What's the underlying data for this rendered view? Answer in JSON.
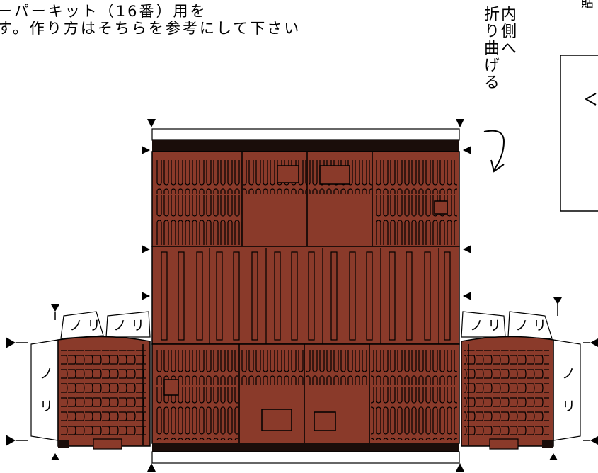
{
  "header": {
    "line1": "ーパーキット（16番）用を",
    "line2": "す。作り方はそちらを参考にして下さい"
  },
  "fold_note": {
    "col1": "内側へ",
    "col2": "折り曲げる"
  },
  "topright_fragment": "貼",
  "glue_label": "ノリ",
  "glue_label_v1": "ノ",
  "glue_label_v2": "リ",
  "colors": {
    "body": "#8a3a2a",
    "dark": "#1a0d0a",
    "line": "#000000",
    "background": "#ffffff"
  }
}
